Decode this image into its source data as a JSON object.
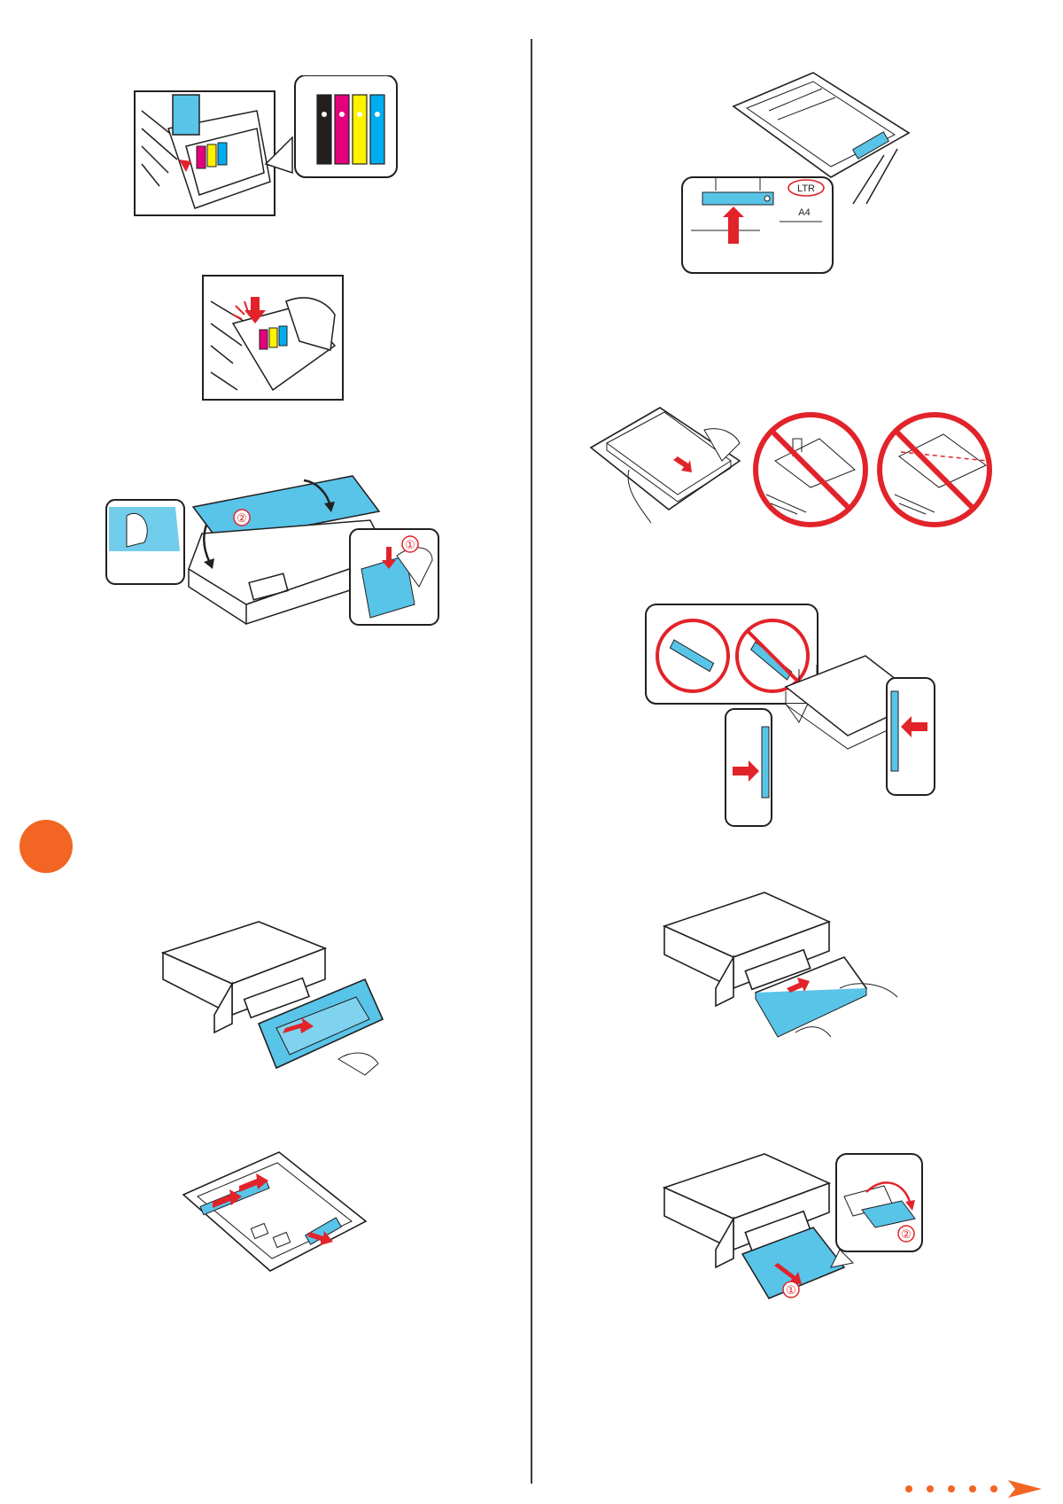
{
  "page": {
    "title": ""
  },
  "figures": {
    "tray_guide_callout": {
      "label_top": "LTR",
      "label_bottom": "A4"
    },
    "close_scanner": {
      "step1": "①",
      "step2": "②"
    },
    "output_tray": {
      "step1": "①",
      "step2": "②"
    }
  },
  "colors": {
    "accent_orange": "#f26522",
    "part_blue": "#58c4e8",
    "warn_red": "#e2232a",
    "ink_black": "#231f20",
    "ink_magenta": "#e5007e",
    "ink_yellow": "#fff200",
    "ink_cyan": "#00aeef"
  },
  "icons": {
    "step_marker": "orange-circle",
    "next_page": "next-page-arrow-icon"
  }
}
